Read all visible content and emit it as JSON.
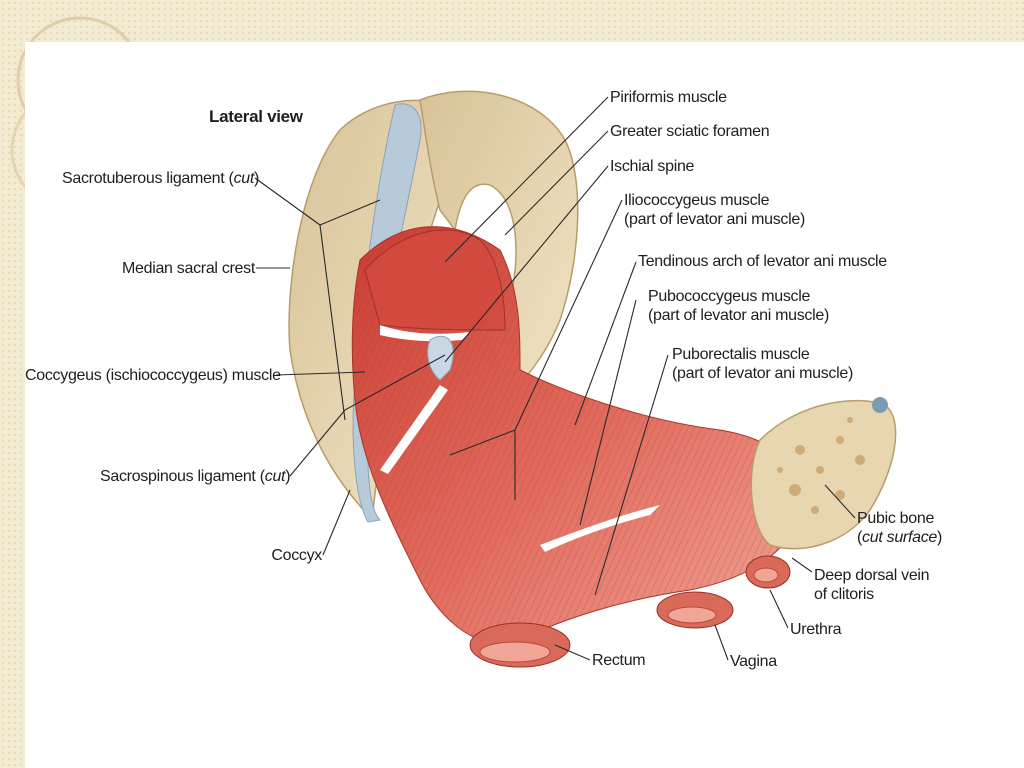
{
  "view_title": "Lateral view",
  "labels": {
    "sacrotuberous": {
      "text": "Sacrotuberous ligament (",
      "italic": "cut",
      "suffix": ")"
    },
    "median_sacral_crest": "Median sacral crest",
    "coccygeus": "Coccygeus (ischiococcygeus) muscle",
    "sacrospinous": {
      "text": "Sacrospinous ligament (",
      "italic": "cut",
      "suffix": ")"
    },
    "coccyx": "Coccyx",
    "piriformis": "Piriformis muscle",
    "greater_sciatic": "Greater sciatic foramen",
    "ischial_spine": "Ischial spine",
    "iliococcygeus": {
      "line1": "Iliococcygeus muscle",
      "line2": "(part of levator ani muscle)"
    },
    "tendinous_arch": "Tendinous arch of levator ani muscle",
    "pubococcygeus": {
      "line1": "Pubococcygeus muscle",
      "line2": "(part of levator ani muscle)"
    },
    "puborectalis": {
      "line1": "Puborectalis muscle",
      "line2": "(part of levator ani muscle)"
    },
    "pubic_bone": {
      "line1": "Pubic bone",
      "line2": "cut surface"
    },
    "deep_dorsal_vein": {
      "line1": "Deep dorsal vein",
      "line2": "of clitoris"
    },
    "urethra": "Urethra",
    "rectum": "Rectum",
    "vagina": "Vagina"
  },
  "colors": {
    "muscle": "#d9574a",
    "muscle_light": "#ec9a8c",
    "bone": "#e6d3ac",
    "bone_dark": "#c9b083",
    "ligament": "#b9cbd8",
    "leader": "#2a2a2a",
    "slide_bg": "#f3ead2"
  }
}
